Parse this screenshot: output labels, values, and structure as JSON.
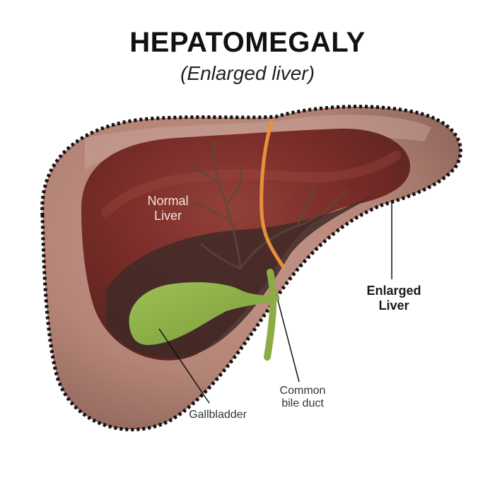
{
  "title": "HEPATOMEGALY",
  "subtitle": "(Enlarged liver)",
  "labels": {
    "normal_liver": "Normal\nLiver",
    "enlarged_liver": "Enlarged\nLiver",
    "gallbladder": "Gallbladder",
    "common_bile_duct": "Common\nbile duct"
  },
  "colors": {
    "enlarged_outline": "#111111",
    "enlarged_fill": "#b98a7e",
    "normal_liver": "#7a2a26",
    "shadow": "#3f2a28",
    "gallbladder": "#8fb148",
    "bile_duct_orange": "#e8913a",
    "vessels": "#5a4a38"
  }
}
